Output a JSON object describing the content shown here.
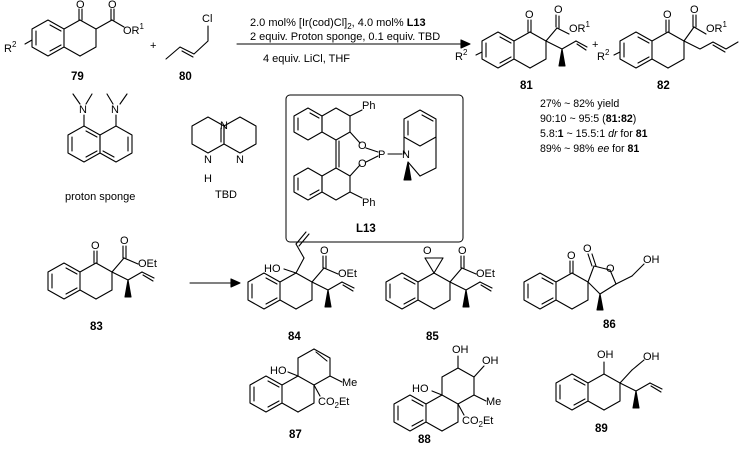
{
  "conditions": {
    "line1_pre": "2.0 mol% [Ir(cod)Cl]",
    "line1_sub": "2",
    "line1_mid": ", 4.0 mol% ",
    "line1_ligand": "L13",
    "line2": "2 equiv. Proton sponge, 0.1 equiv. TBD",
    "line3": "4 equiv. LiCl, THF"
  },
  "summary": {
    "yield": "27% ~ 82% yield",
    "ratio_pre": "90:10 ~ 95:5 (",
    "ratio_bold": "81:82",
    "ratio_post": ")",
    "dr_pre": "5.8:",
    "dr_bold": "1",
    "dr_mid": " ~ 15.5:1 ",
    "dr_italic": "dr",
    "dr_for": " for ",
    "dr_cmpd": "81",
    "ee_pre": "89% ~ 98% ",
    "ee_italic": "ee",
    "ee_for": " for ",
    "ee_cmpd": "81"
  },
  "labels": {
    "c79": "79",
    "c80": "80",
    "c81": "81",
    "c82": "82",
    "cL13": "L13",
    "c83": "83",
    "c84": "84",
    "c85": "85",
    "c86": "86",
    "c87": "87",
    "c88": "88",
    "c89": "89",
    "proton_sponge": "proton sponge",
    "tbd": "TBD"
  },
  "atoms": {
    "O": "O",
    "OR1": "OR",
    "sup1": "1",
    "R2": "R",
    "sup2": "2",
    "Cl": "Cl",
    "plus": "+",
    "N": "N",
    "H": "H",
    "P": "P",
    "Ph": "Ph",
    "OEt": "OEt",
    "HO": "HO",
    "OH": "OH",
    "Me": "Me",
    "CO2Et_pre": "CO",
    "CO2Et_sub": "2",
    "CO2Et_post": "Et"
  }
}
